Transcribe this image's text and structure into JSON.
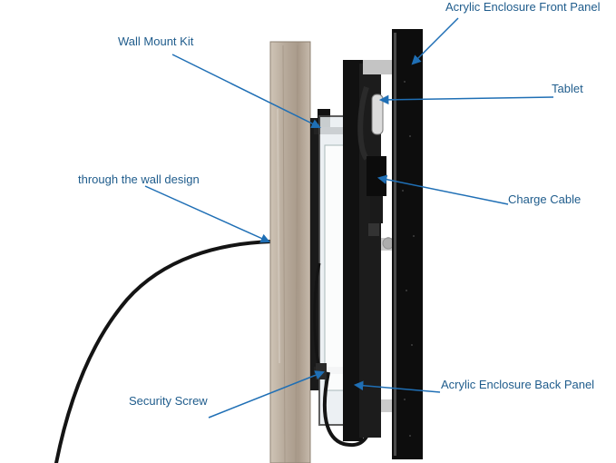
{
  "labels": {
    "front_panel": "Acrylic Enclosure Front Panel",
    "wall_mount": "Wall Mount Kit",
    "tablet": "Tablet",
    "through_wall": "through the wall design",
    "charge_cable": "Charge Cable",
    "security_screw": "Security Screw",
    "back_panel": "Acrylic Enclosure Back Panel"
  },
  "colors": {
    "callout": "#1f6fb5",
    "label_text": "#1f5c8c",
    "wall": "#b9ada0",
    "acrylic": "#0d0d0d",
    "cable": "#141414"
  }
}
